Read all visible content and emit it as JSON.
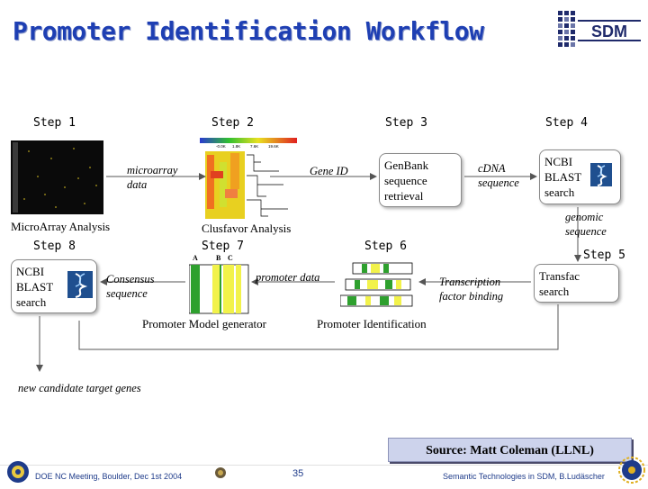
{
  "title": "Promoter Identification Workflow",
  "logo": {
    "text": "SDM",
    "color": "#1f2a6b"
  },
  "steps": {
    "s1": "Step 1",
    "s2": "Step 2",
    "s3": "Step 3",
    "s4": "Step 4",
    "s5": "Step 5",
    "s6": "Step 6",
    "s7": "Step 7",
    "s8": "Step 8"
  },
  "heatmap": {
    "scale_labels": [
      "-0.0K",
      "1.8K",
      "7.6K",
      "19.6K"
    ],
    "column_labels": [
      "A",
      "B",
      "C"
    ]
  },
  "captions": {
    "microarray": "MicroArray Analysis",
    "clusfavor": "Clusfavor Analysis",
    "promoter_model": "Promoter Model generator",
    "promoter_identification": "Promoter Identification"
  },
  "boxes": {
    "genbank": "GenBank\nsequence\nretrieval",
    "ncbi_top": "NCBI\nBLAST\nsearch",
    "transfac": "Transfac\nsearch",
    "ncbi_bottom": "NCBI\nBLAST\nsearch"
  },
  "edge_labels": {
    "microarray_data": "microarray\ndata",
    "gene_id": "Gene ID",
    "cdna": "cDNA\nsequence",
    "genomic": "genomic\nsequence",
    "tf_binding": "Transcription\nfactor binding",
    "promoter_data": "promoter data",
    "consensus": "Consensus\nsequence",
    "new_genes": "new candidate target genes"
  },
  "source": "Source: Matt Coleman (LLNL)",
  "footer": {
    "left": "DOE NC Meeting, Boulder, Dec 1st 2004",
    "page": "35",
    "right": "Semantic Technologies in SDM, B.Ludäscher"
  },
  "colors": {
    "title": "#1e3fb3",
    "heat_green": "#2ea02e",
    "heat_yellow": "#f2f24a",
    "source_bg": "#cdd3ec"
  }
}
